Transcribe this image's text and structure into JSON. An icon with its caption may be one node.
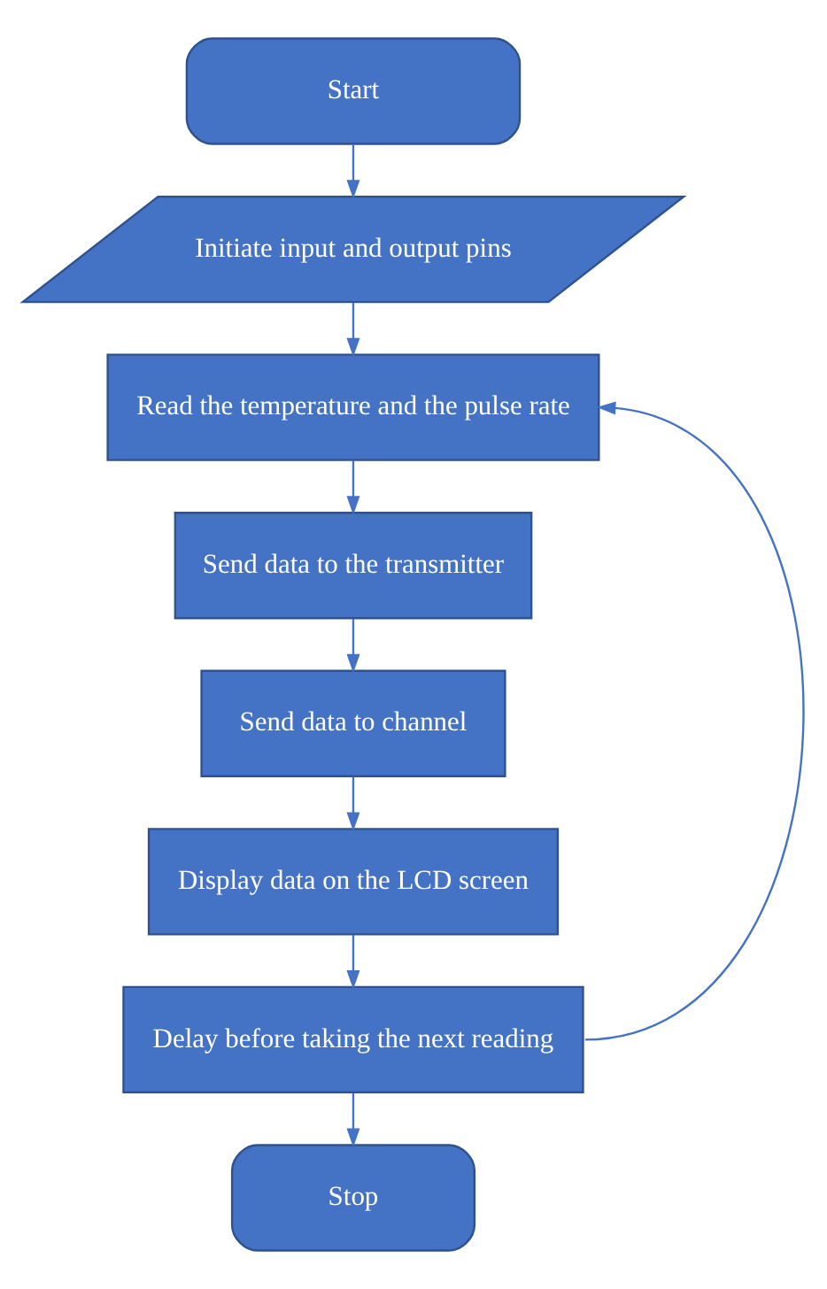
{
  "diagram": {
    "nodes": [
      {
        "text": [
          "Start"
        ]
      },
      {
        "text": [
          "Initiate input and output pins"
        ]
      },
      {
        "text": [
          "Read the temperature and the pulse rate"
        ]
      },
      {
        "text": [
          "Send data to the transmitter"
        ]
      },
      {
        "text": [
          "Send data to channel"
        ]
      },
      {
        "text": [
          "Display data on the LCD screen"
        ]
      },
      {
        "text": [
          "Delay before taking the next reading"
        ]
      },
      {
        "text": [
          "Stop"
        ]
      }
    ],
    "edges": [
      {
        "from": 0,
        "to": 1,
        "arrow": "to"
      },
      {
        "from": 1,
        "to": 2,
        "arrow": "to"
      },
      {
        "from": 2,
        "to": 3,
        "arrow": "to"
      },
      {
        "from": 3,
        "to": 4,
        "arrow": "to"
      },
      {
        "from": 4,
        "to": 5,
        "arrow": "to"
      },
      {
        "from": 5,
        "to": 6,
        "arrow": "to"
      },
      {
        "from": 6,
        "to": 7,
        "arrow": "to"
      },
      {
        "from": 6,
        "to": 2,
        "arrow": "to"
      }
    ]
  }
}
